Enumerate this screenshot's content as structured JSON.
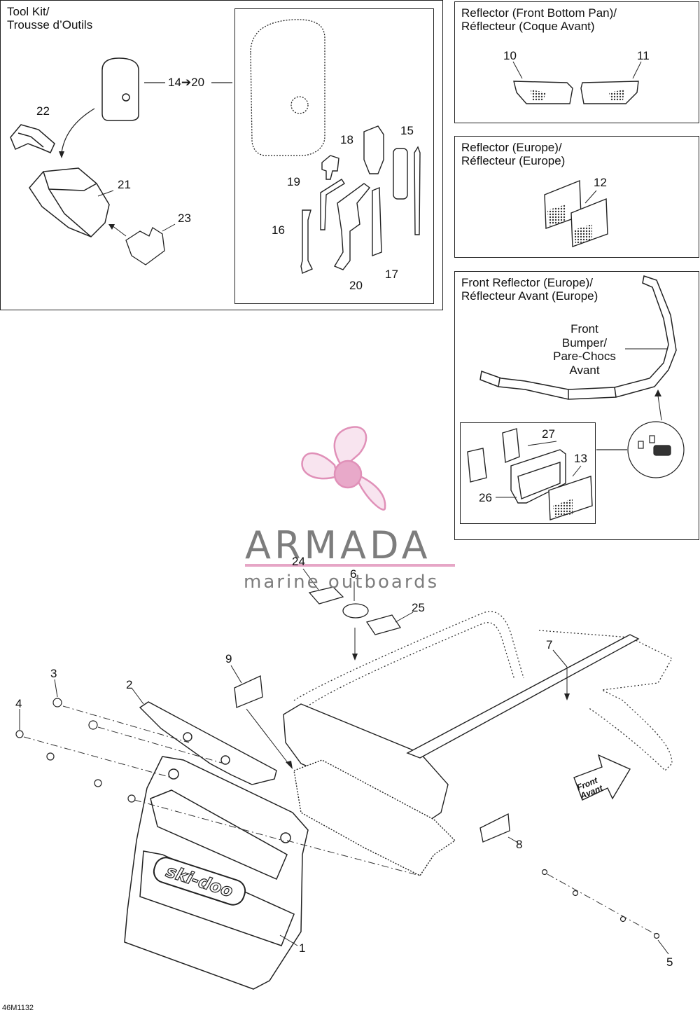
{
  "panels": {
    "tool_kit": {
      "title": "Tool Kit/\nTrousse d’Outils"
    },
    "reflector_front_bottom_pan": {
      "title": "Reflector (Front Bottom Pan)/\nRéflecteur (Coque Avant)"
    },
    "reflector_europe": {
      "title": "Reflector (Europe)/\nRéflecteur (Europe)"
    },
    "front_reflector_europe": {
      "title": "Front Reflector (Europe)/\nRéflecteur Avant (Europe)"
    }
  },
  "labels": {
    "tool_range": "14➔20",
    "front_bumper": "Front\nBumper/\nPare-Chocs\nAvant",
    "front_arrow": "Front\nAvant",
    "brand_logo": "ski-doo",
    "drawing_number": "46M1132"
  },
  "watermark": {
    "name": "ARMADA",
    "tagline": "marine outboards",
    "color": "#e6a6c6"
  },
  "callouts": {
    "c1": "1",
    "c2": "2",
    "c3": "3",
    "c4": "4",
    "c5": "5",
    "c6": "6",
    "c7": "7",
    "c8": "8",
    "c9": "9",
    "c10": "10",
    "c11": "11",
    "c12": "12",
    "c13": "13",
    "c15": "15",
    "c16": "16",
    "c17": "17",
    "c18": "18",
    "c19": "19",
    "c20": "20",
    "c21": "21",
    "c22": "22",
    "c23": "23",
    "c24": "24",
    "c25": "25",
    "c26": "26",
    "c27": "27"
  }
}
